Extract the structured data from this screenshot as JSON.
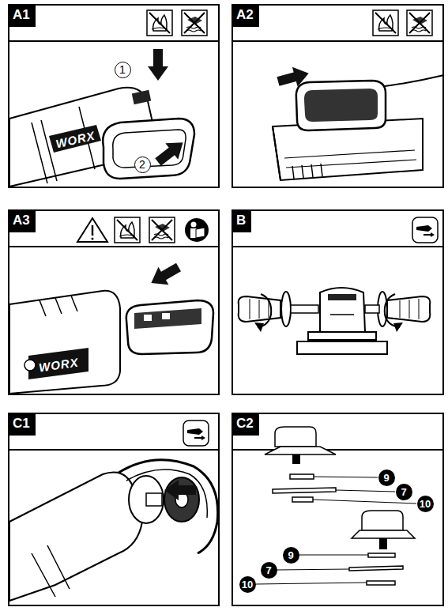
{
  "diagram": {
    "nodes": [
      {
        "text": [
          "A1"
        ]
      },
      {
        "text": [
          "A2"
        ]
      },
      {
        "text": [
          "A3"
        ]
      },
      {
        "text": [
          "B"
        ]
      },
      {
        "text": [
          "C1"
        ]
      },
      {
        "text": [
          "C2"
        ]
      }
    ],
    "labels": [
      "1",
      "2",
      "WORX",
      "WORX",
      "9",
      "7",
      "10",
      "9",
      "7",
      "10"
    ]
  }
}
